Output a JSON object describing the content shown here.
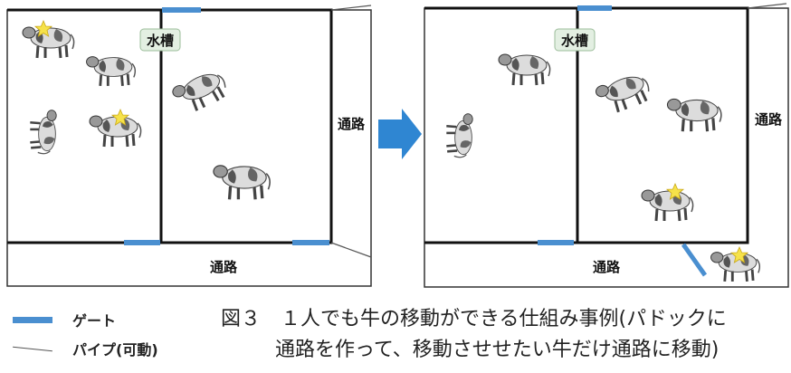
{
  "labels": {
    "water_tank": "水槽",
    "passage": "通路"
  },
  "legend": {
    "gate": "ゲート",
    "pipe": "パイプ(可動)"
  },
  "caption": {
    "line1": "図３　１人でも牛の移動ができる仕組み事例(パドックに",
    "line2": "通路を作って、移動させせたい牛だけ通路に移動)"
  },
  "colors": {
    "gate": "#4a8fd0",
    "arrow": "#2f86d2",
    "star": "#f6e24a",
    "wall": "#111111"
  },
  "icons": [
    "cow-icon",
    "star-icon",
    "arrow-right-icon"
  ]
}
